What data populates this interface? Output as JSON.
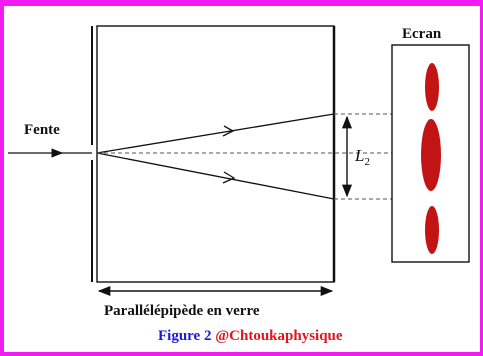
{
  "labels": {
    "fente": "Fente",
    "ecran": "Ecran",
    "L_symbol": "L",
    "L_subscript": "2",
    "parallelepiped": "Parallélépipède en verre",
    "figure_number": "Figure 2",
    "figure_credit": "@Chtoukaphysique"
  },
  "colors": {
    "frame_border": "#f21bf2",
    "figure_number": "#1a1adb",
    "figure_credit": "#e3141b",
    "spots": "#c21414"
  }
}
